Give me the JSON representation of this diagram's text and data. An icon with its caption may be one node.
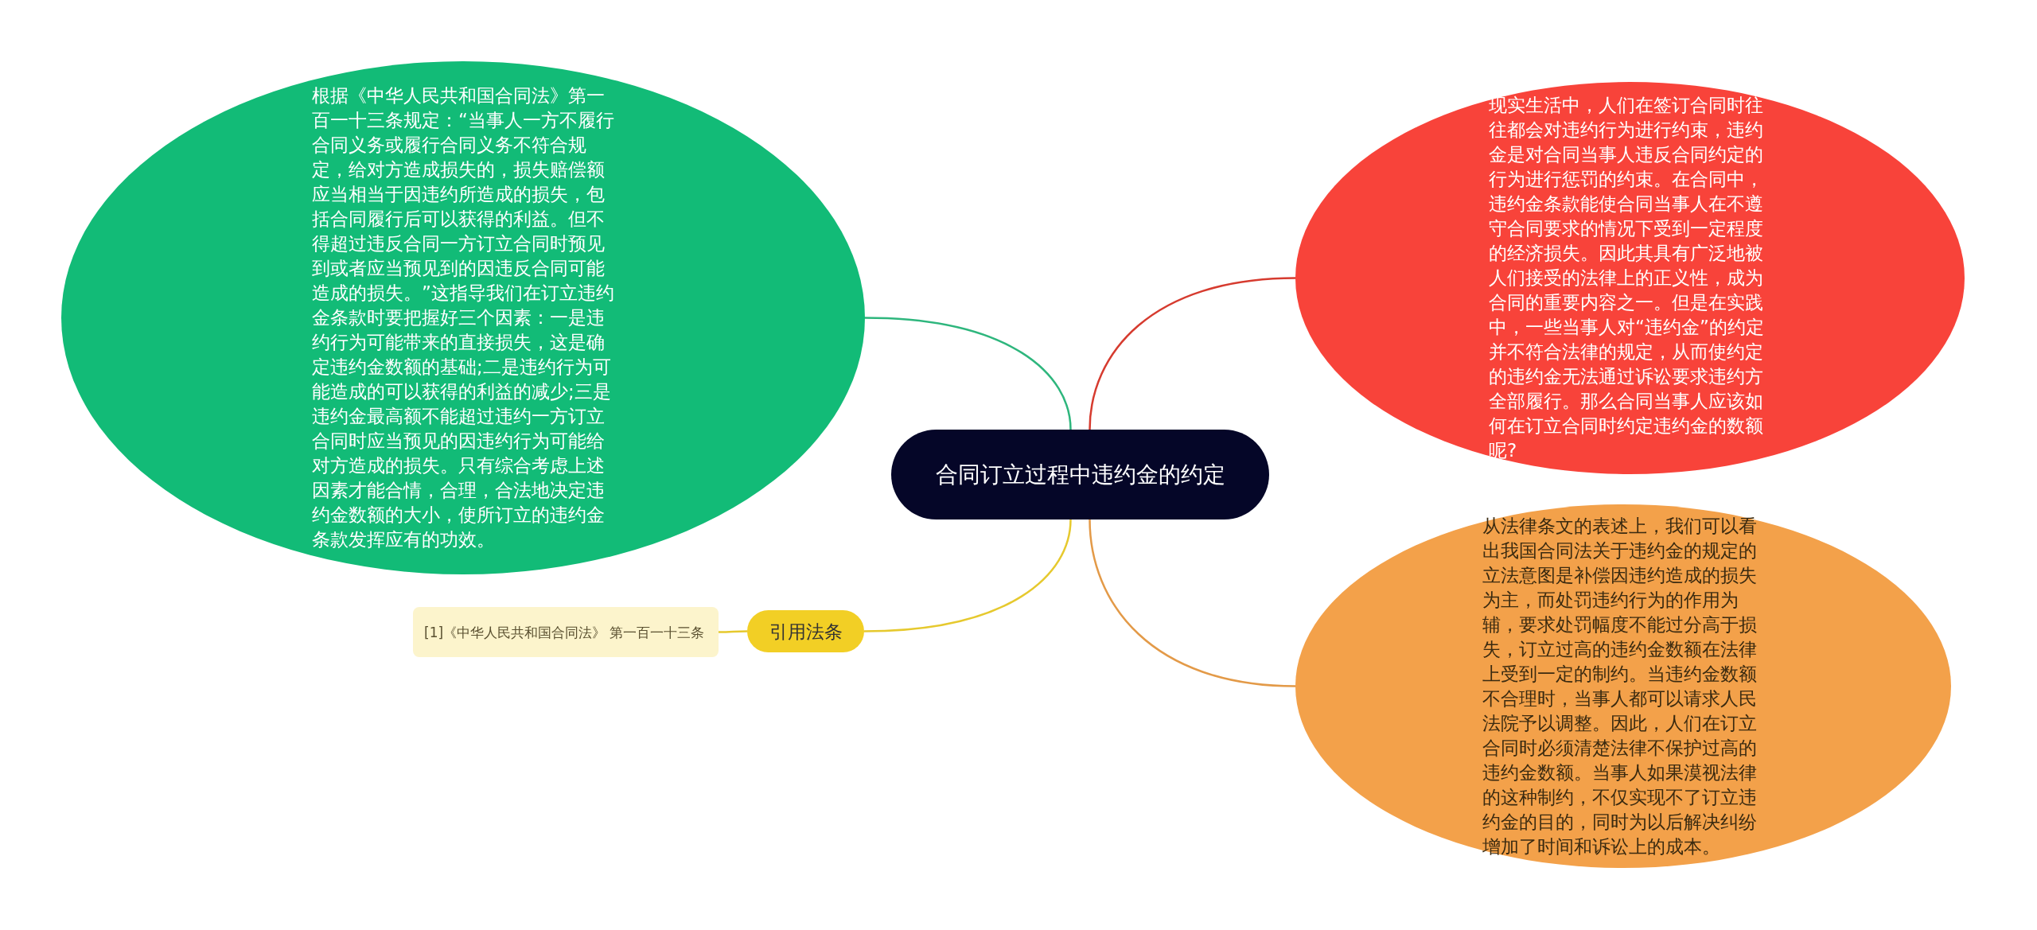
{
  "diagram": {
    "nodes": [
      {
        "text": [
          "合同订立过程中违约金的约定"
        ]
      },
      {
        "text": [
          "根据《中华人民共和国合同法》第一百一十三条规定：“当事人一方不履行合同义务或履行合同义务不符合规定，给对方造成损失的，损失赔偿额应当相当于因违约所造成的损失，包括合同履行后可以获得的利益。但不得超过违反合同一方订立合同时预见到或者应当预见到的因违反合同可能造成的损失。”这指导我们在订立违约金条款时要把握好三个因素：一是违约行为可能带来的直接损失，这是确定违约金数额的基础;二是违约行为可能造成的可以获得的利益的减少;三是违约金最高额不能超过违约一方订立合同时应当预见的因违约行为可能给对方造成的损失。只有综合考虑上述因素才能合情，合理，合法地决定违约金数额的大小，使所订立的违约金条款发挥应有的功效。"
        ]
      },
      {
        "text": [
          "引用法条"
        ]
      },
      {
        "text": [
          "[1]《中华人民共和国合同法》 第一百一十三条"
        ]
      },
      {
        "text": [
          "现实生活中，人们在签订合同时往往都会对违约行为进行约束，违约金是对合同当事人违反合同约定的行为进行惩罚的约束。在合同中，违约金条款能使合同当事人在不遵守合同要求的情况下受到一定程度的经济损失。因此其具有广泛地被人们接受的法律上的正义性，成为合同的重要内容之一。但是在实践中，一些当事人对“违约金”的约定并不符合法律的规定，从而使约定的违约金无法通过诉讼要求违约方全部履行。那么合同当事人应该如何在订立合同时约定违约金的数额呢?"
        ]
      },
      {
        "text": [
          "从法律条文的表述上，我们可以看出我国合同法关于违约金的规定的立法意图是补偿因违约造成的损失为主，而处罚违约行为的作用为辅，要求处罚幅度不能过分高于损失，订立过高的违约金数额在法律上受到一定的制约。当违约金数额不合理时，当事人都可以请求人民法院予以调整。因此，人们在订立合同时必须清楚法律不保护过高的违约金数额。当事人如果漠视法律的这种制约，不仅实现不了订立违约金的目的，同时为以后解决纠纷增加了时间和诉讼上的成本。"
        ]
      }
    ],
    "edges": [
      {
        "from": 0,
        "to": 1,
        "arrow": "none",
        "color": "#2eb67d"
      },
      {
        "from": 0,
        "to": 2,
        "arrow": "none",
        "color": "#e6c92e"
      },
      {
        "from": 2,
        "to": 3,
        "arrow": "none",
        "color": "#e6c92e"
      },
      {
        "from": 0,
        "to": 4,
        "arrow": "none",
        "color": "#d63b2f"
      },
      {
        "from": 0,
        "to": 5,
        "arrow": "none",
        "color": "#e39a48"
      }
    ]
  }
}
